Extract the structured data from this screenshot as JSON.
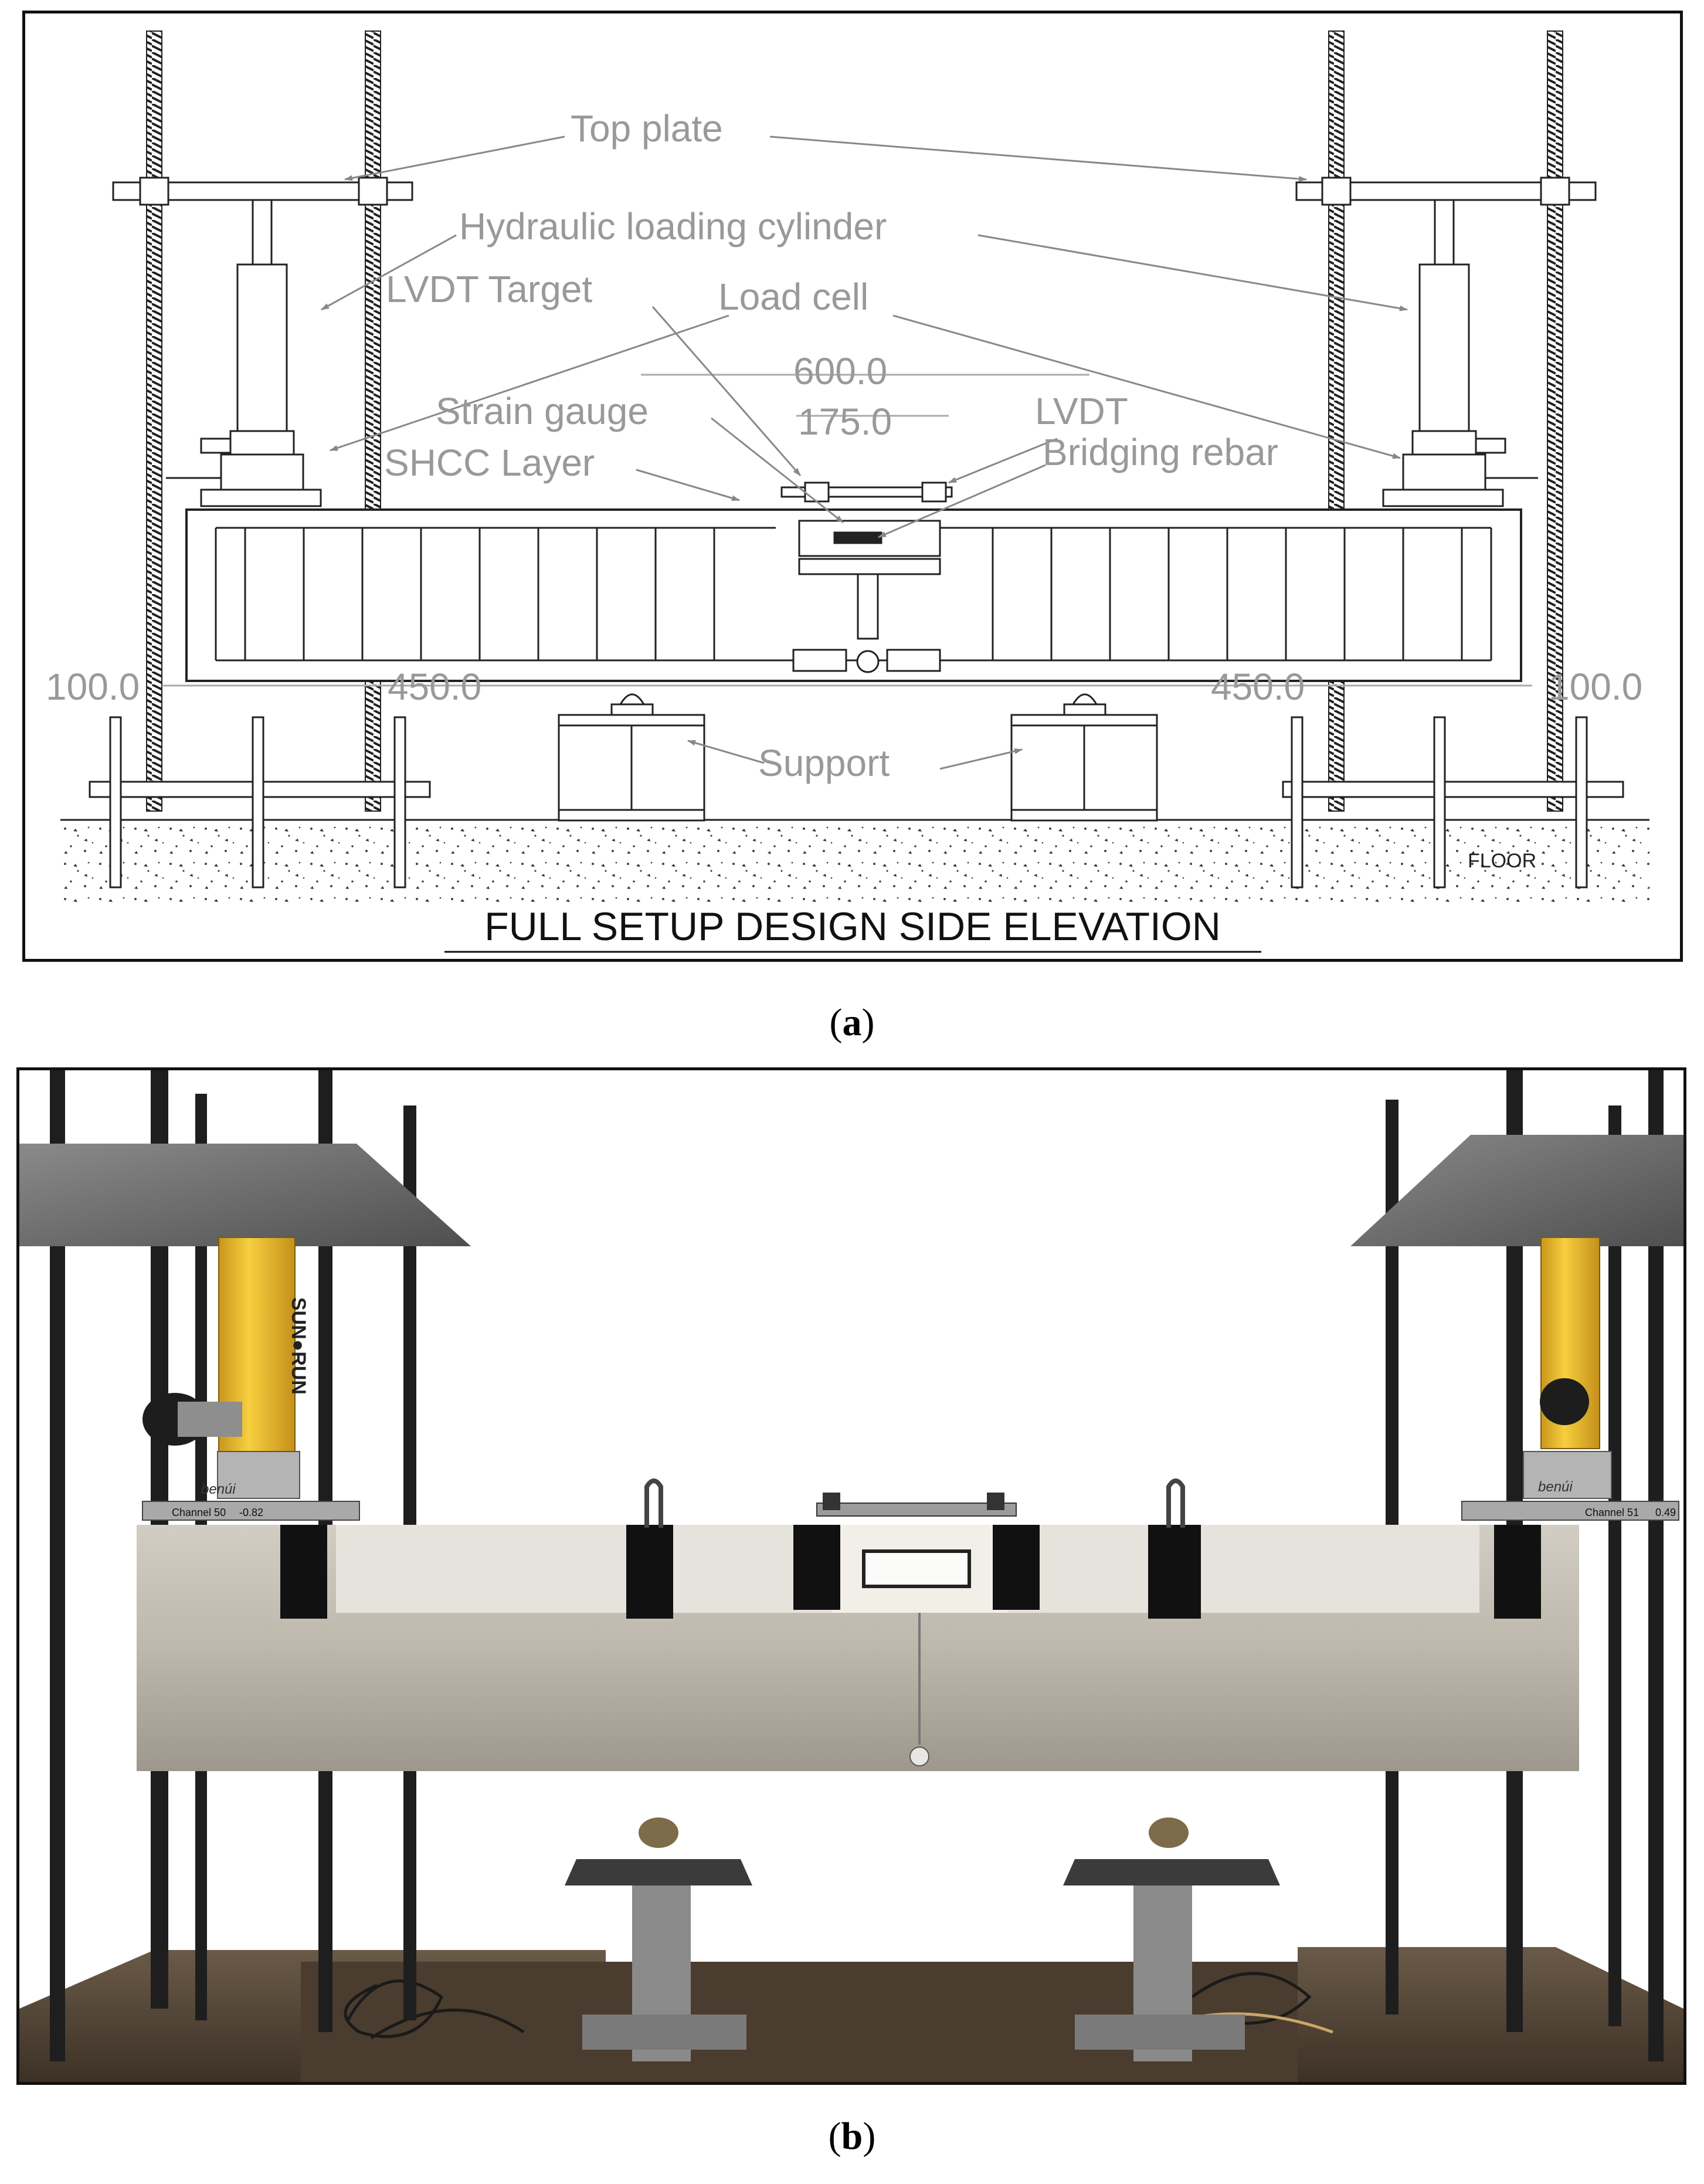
{
  "panel_a": {
    "labels": {
      "top_plate": "Top plate",
      "hydraulic_cylinder": "Hydraulic loading cylinder",
      "lvdt_target": "LVDT Target",
      "load_cell": "Load cell",
      "strain_gauge": "Strain gauge",
      "shcc_layer": "SHCC Layer",
      "lvdt": "LVDT",
      "bridging_rebar": "Bridging rebar",
      "support": "Support",
      "floor": "FLOOR"
    },
    "dimensions": {
      "dim_600": "600.0",
      "dim_175": "175.0",
      "dim_100_left": "100.0",
      "dim_450_left": "450.0",
      "dim_450_right": "450.0",
      "dim_100_right": "100.0"
    },
    "title": "FULL SETUP DESIGN SIDE ELEVATION",
    "caption_letter": "a"
  },
  "panel_b": {
    "caption_letter": "b",
    "cylinder_brand": "SUN●RUN",
    "load_cell_brand_left": "benúi",
    "load_cell_brand_right": "benúi",
    "channel_left": "Channel 50",
    "channel_left_value": "-0.82",
    "channel_right": "Channel 51",
    "channel_right_value": "0.49"
  },
  "colors": {
    "annotation_gray": "#9a9a9a",
    "line_black": "#111111",
    "concrete": "#b7b2a8",
    "cylinder_yellow": "#f2c12e",
    "steel": "#6d6d6d"
  }
}
